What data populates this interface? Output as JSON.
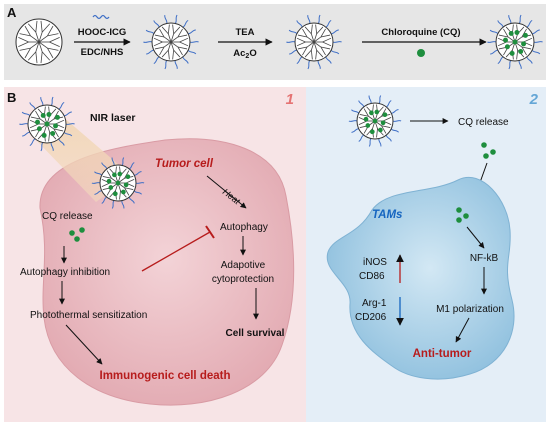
{
  "panel_a": {
    "label": "A",
    "reagent1_top": "HOOC-ICG",
    "reagent1_bottom": "EDC/NHS",
    "reagent2_top": "TEA",
    "reagent2_bottom_main": "Ac",
    "reagent2_bottom_sub": "2",
    "reagent2_bottom_tail": "O",
    "reagent3_top": "Chloroquine (CQ)"
  },
  "panel_b": {
    "label": "B",
    "sub1_number": "1",
    "sub2_number": "2",
    "nir_laser": "NIR laser",
    "tumor_cell": "Tumor cell",
    "heat": "Heat",
    "cq_release_left": "CQ release",
    "autophagy": "Autophagy",
    "autophagy_inhibition": "Autophagy inhibition",
    "adaptive_line1": "Adapotive",
    "adaptive_line2": "cytoprotection",
    "photothermal": "Photothermal sensitization",
    "cell_survival": "Cell survival",
    "immunogenic": "Immunogenic cell death",
    "cq_release_right": "CQ release",
    "tams": "TAMs",
    "inos": "iNOS",
    "cd86": "CD86",
    "arg1": "Arg-1",
    "cd206": "CD206",
    "nfkb": "NF-kB",
    "m1": "M1 polarization",
    "anti_tumor": "Anti-tumor"
  },
  "colors": {
    "panel_a_bg": "#e6e6e6",
    "left_panel_bg": "#f7e4e6",
    "right_panel_bg": "#e4eef7",
    "tumor_fill": "#ebc0c6",
    "macrophage_fill": "#a9d0e6",
    "dark_red": "#b71c1c",
    "blue_text": "#1565c0",
    "number_red": "#e57373",
    "number_blue": "#64a6d6",
    "cq_green": "#1e8e3e",
    "icg_blue": "#3f6fc6"
  }
}
